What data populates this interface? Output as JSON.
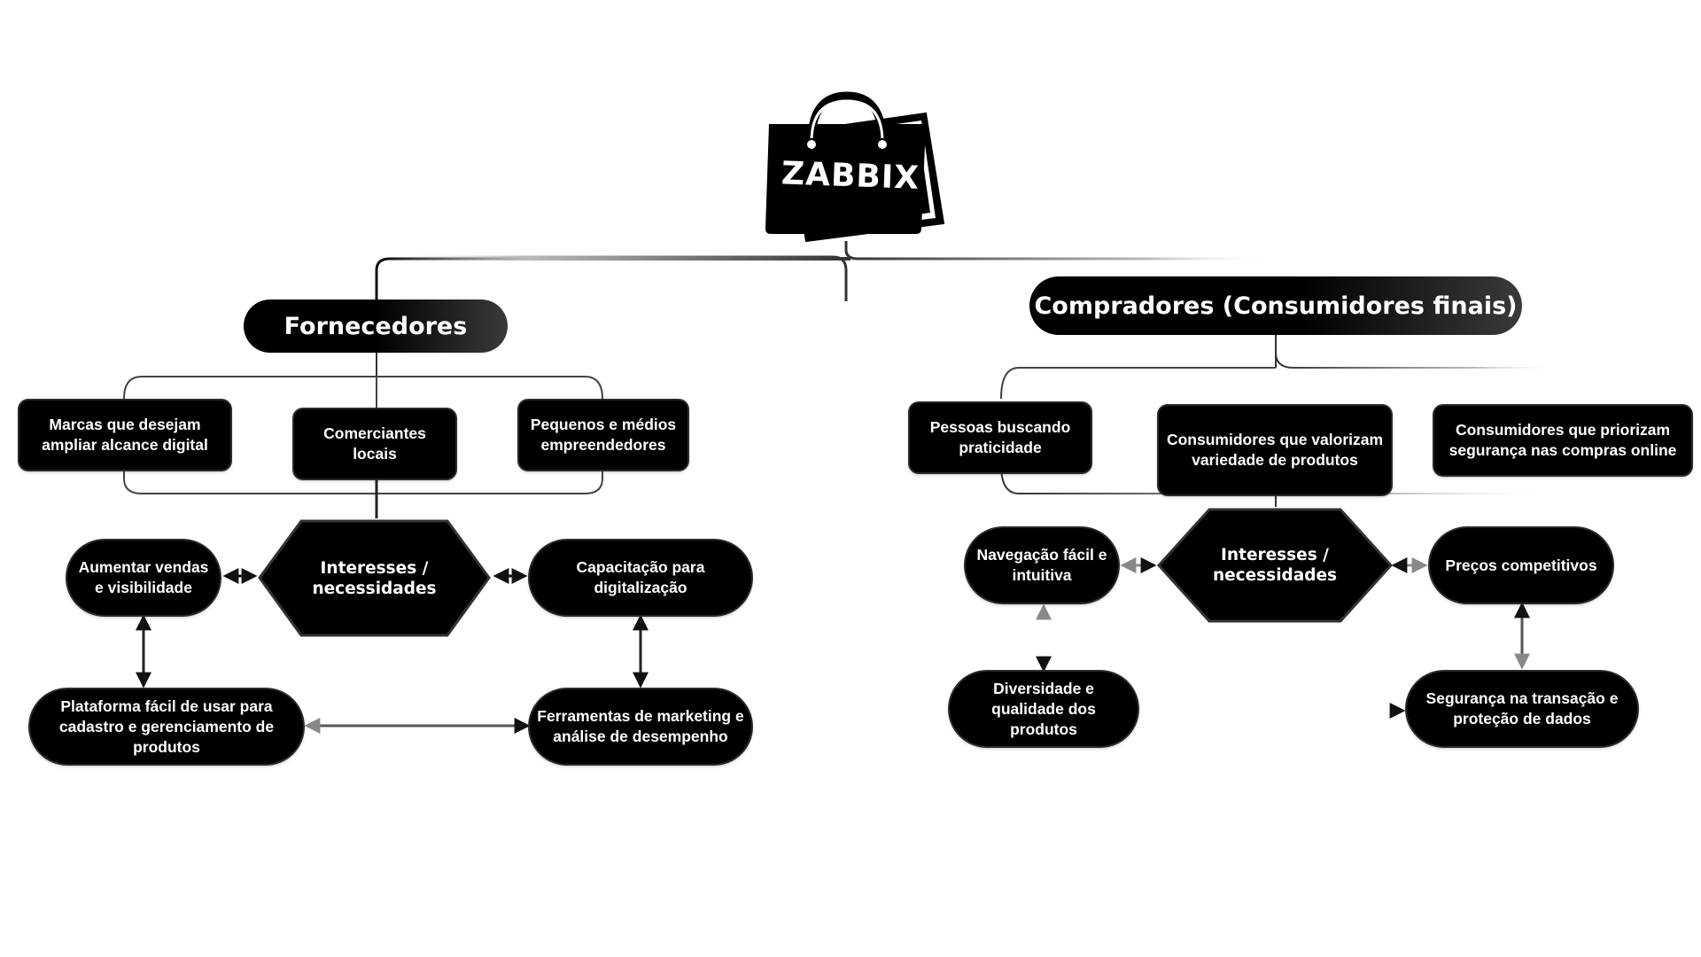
{
  "logo": {
    "brand_text": "ZABBIX",
    "icon": "shopping-bag-icon"
  },
  "left": {
    "header": "Fornecedores",
    "profiles": [
      "Marcas que desejam ampliar alcance digital",
      "Comerciantes locais",
      "Pequenos e médios empreendedores"
    ],
    "hub_label": "Interesses / necessidades",
    "needs": {
      "top_left": "Aumentar vendas e visibilidade",
      "top_right": "Capacitação para digitalização",
      "bottom_left": "Plataforma fácil de usar para cadastro e gerenciamento de produtos",
      "bottom_right": "Ferramentas de marketing e análise de desempenho"
    }
  },
  "right": {
    "header": "Compradores (Consumidores finais)",
    "profiles": [
      "Pessoas buscando praticidade",
      "Consumidores que valorizam variedade de produtos",
      "Consumidores que priorizam segurança nas compras online"
    ],
    "hub_label": "Interesses / necessidades",
    "needs": {
      "top_left": "Navegação fácil e intuitiva",
      "top_right": "Preços competitivos",
      "bottom_left": "Diversidade e qualidade dos produtos",
      "bottom_right": "Segurança na transação e proteção de dados"
    }
  },
  "colors": {
    "node": "#000000",
    "text": "#ffffff",
    "line": "#111111",
    "background": "#ffffff"
  }
}
